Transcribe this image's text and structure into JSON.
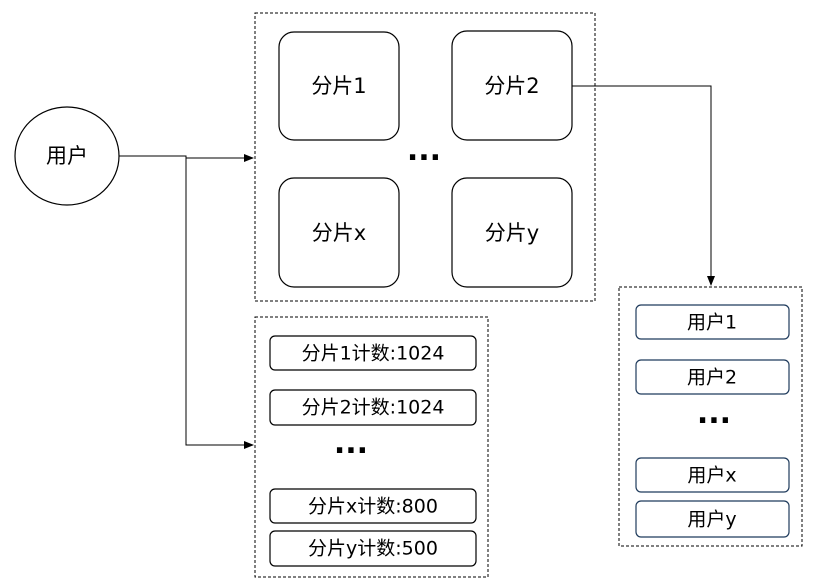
{
  "user_node": {
    "label": "用户"
  },
  "shard_pool": {
    "shards": [
      "分片1",
      "分片2",
      "分片x",
      "分片y"
    ],
    "ellipsis": "···"
  },
  "shard_counts": {
    "items": [
      "分片1计数:1024",
      "分片2计数:1024",
      "分片x计数:800",
      "分片y计数:500"
    ],
    "ellipsis": "···"
  },
  "shard_users": {
    "items": [
      "用户1",
      "用户2",
      "用户x",
      "用户y"
    ],
    "ellipsis": "···"
  }
}
